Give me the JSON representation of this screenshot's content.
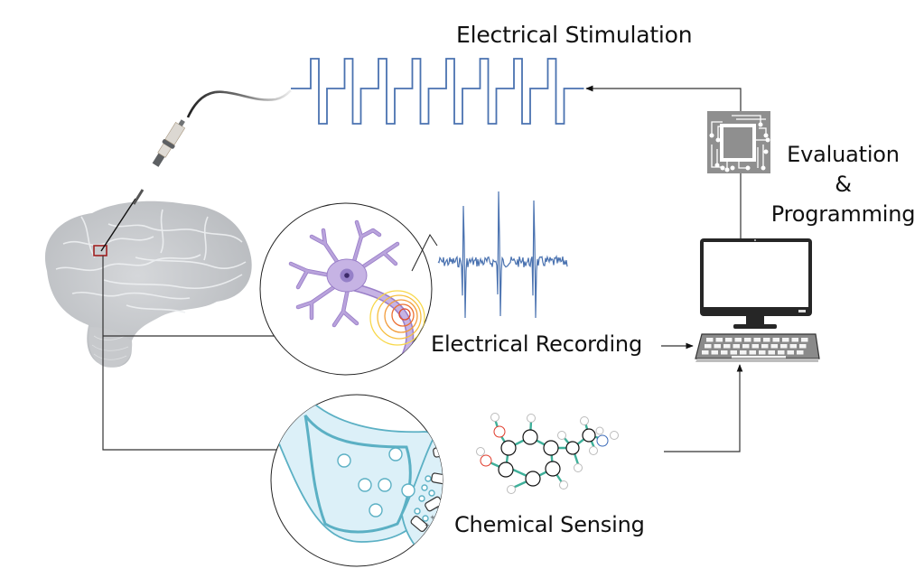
{
  "diagram": {
    "title": "Closed-loop neural interface: stimulation, recording and chemical sensing",
    "labels": {
      "stimulation": "Electrical Stimulation",
      "evaluation_line1": "Evaluation",
      "evaluation_line2": "&",
      "evaluation_line3": "Programming",
      "recording": "Electrical Recording",
      "chemical": "Chemical Sensing"
    },
    "nodes": [
      {
        "id": "brain",
        "icon": "brain-icon"
      },
      {
        "id": "electrode",
        "icon": "electrode-probe-icon"
      },
      {
        "id": "stimulation",
        "icon": "pulse-train-icon"
      },
      {
        "id": "processor",
        "icon": "microchip-icon"
      },
      {
        "id": "computer",
        "icon": "desktop-computer-icon"
      },
      {
        "id": "neuron",
        "icon": "neuron-icon"
      },
      {
        "id": "spike-recording",
        "icon": "waveform-icon"
      },
      {
        "id": "synapse",
        "icon": "synapse-icon"
      },
      {
        "id": "molecule",
        "icon": "dopamine-molecule-icon"
      }
    ],
    "edges": [
      {
        "from": "processor",
        "to": "stimulation",
        "arrow": "left"
      },
      {
        "from": "processor",
        "to": "computer",
        "arrow": "none"
      },
      {
        "from": "recording",
        "to": "computer",
        "arrow": "right"
      },
      {
        "from": "chemical",
        "to": "computer",
        "arrow": "up"
      },
      {
        "from": "brain",
        "to": "neuron",
        "arrow": "none"
      },
      {
        "from": "brain",
        "to": "synapse",
        "arrow": "none"
      }
    ],
    "stimulation_pulses": 8,
    "colors": {
      "pulse": "#4a72b0",
      "waveform": "#4a72b0",
      "neuron": "#b9a3dc",
      "neuron_stroke": "#9a7fc8",
      "synapse_fill": "#dcf0f8",
      "synapse_stroke": "#5bb0c4",
      "chip": "#8f8f8f",
      "brain": "#c4c7ca",
      "highlight_box": "#a02020",
      "line": "#333333"
    }
  }
}
